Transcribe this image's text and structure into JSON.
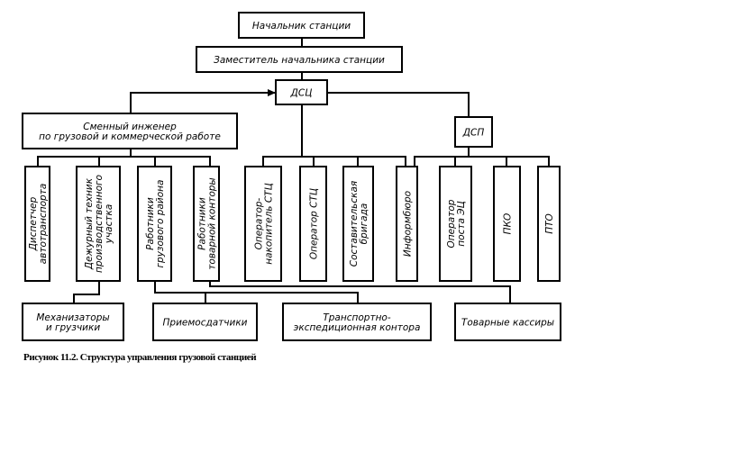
{
  "nodes": {
    "head": "Начальник станции",
    "deputy": "Заместитель начальника станции",
    "dsc": "ДСЦ",
    "shift_engineer": [
      "Сменный инженер",
      "по грузовой и коммерческой работе"
    ],
    "dsp": "ДСП",
    "vertical": [
      [
        "Диспетчер",
        "автотранспорта"
      ],
      [
        "Дежурный техник",
        "производственного",
        "участка"
      ],
      [
        "Работники",
        "грузового района"
      ],
      [
        "Работники",
        "товарной конторы"
      ],
      [
        "Оператор-",
        "накопитель СТЦ"
      ],
      [
        "Оператор СТЦ"
      ],
      [
        "Составительская",
        "бригада"
      ],
      [
        "Информбюро"
      ],
      [
        "Оператор",
        "поста ЭЦ"
      ],
      [
        "ПКО"
      ],
      [
        "ПТО"
      ]
    ],
    "bottom": [
      [
        "Механизаторы",
        "и грузчики"
      ],
      [
        "Приемосдатчики"
      ],
      [
        "Транспортно-",
        "экспедиционная контора"
      ],
      [
        "Товарные кассиры"
      ]
    ]
  },
  "caption": "Рисунок 11.2. Структура управления грузовой станцией"
}
